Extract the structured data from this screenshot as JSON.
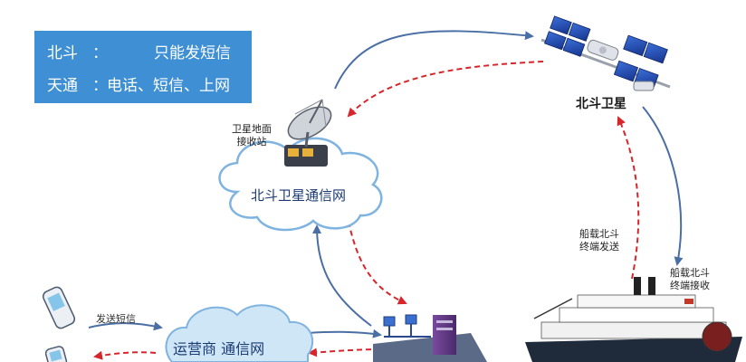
{
  "legend": {
    "beidou_key": "北斗",
    "beidou_sep": "：",
    "beidou_value": "只能发短信",
    "tiantong_key": "天通",
    "tiantong_sep": "：",
    "tiantong_value": "电话、短信、上网"
  },
  "labels": {
    "satellite": "北斗卫星",
    "ground_station_line1": "卫星地面",
    "ground_station_line2": "接收站",
    "satellite_network": "北斗卫星通信网",
    "operator_network": "运营商 通信网",
    "ship_send_line1": "船载北斗",
    "ship_send_line2": "终端发送",
    "ship_recv_line1": "船载北斗",
    "ship_recv_line2": "终端接收",
    "send_sms": "发送短信"
  },
  "colors": {
    "legend_bg": "#3e8fd3",
    "solid_arrow": "#4a6fa5",
    "dashed_arrow": "#d7262b",
    "cloud_fill": "#ffffff",
    "cloud2_fill": "#cfe6f7",
    "cloud_stroke": "#7fb3e0"
  },
  "icons": {
    "satellite": "satellite-icon",
    "ground_station": "satellite-dish-icon",
    "network_server": "server-network-icon",
    "phone": "mobile-phone-icon",
    "ship": "ship-icon"
  }
}
